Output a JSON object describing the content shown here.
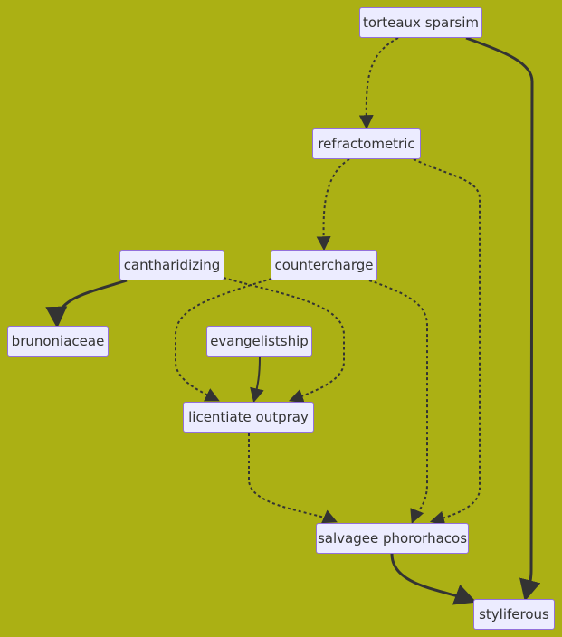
{
  "colors": {
    "background": "#abb014",
    "node_fill": "#ececff",
    "node_border": "#9370db",
    "edge": "#333333",
    "text": "#333333"
  },
  "nodes": {
    "torteaux_sparsim": "torteaux sparsim",
    "refractometric": "refractometric",
    "cantharidizing": "cantharidizing",
    "countercharge": "countercharge",
    "brunoniaceae": "brunoniaceae",
    "evangelistship": "evangelistship",
    "licentiate_outpray": "licentiate outpray",
    "salvagee_phororhacos": "salvagee phororhacos",
    "styliferous": "styliferous"
  },
  "edges": [
    {
      "from": "torteaux_sparsim",
      "to": "refractometric",
      "style": "dotted"
    },
    {
      "from": "torteaux_sparsim",
      "to": "styliferous",
      "style": "thick"
    },
    {
      "from": "refractometric",
      "to": "countercharge",
      "style": "dotted"
    },
    {
      "from": "refractometric",
      "to": "salvagee_phororhacos",
      "style": "dotted"
    },
    {
      "from": "cantharidizing",
      "to": "brunoniaceae",
      "style": "thick"
    },
    {
      "from": "cantharidizing",
      "to": "licentiate_outpray",
      "style": "dotted"
    },
    {
      "from": "countercharge",
      "to": "licentiate_outpray",
      "style": "dotted"
    },
    {
      "from": "countercharge",
      "to": "salvagee_phororhacos",
      "style": "dotted"
    },
    {
      "from": "evangelistship",
      "to": "licentiate_outpray",
      "style": "solid"
    },
    {
      "from": "licentiate_outpray",
      "to": "salvagee_phororhacos",
      "style": "dotted"
    },
    {
      "from": "salvagee_phororhacos",
      "to": "styliferous",
      "style": "thick"
    }
  ]
}
